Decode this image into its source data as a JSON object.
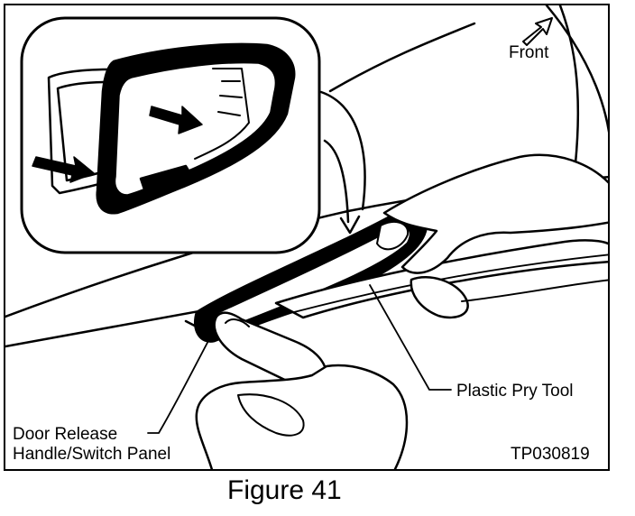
{
  "figure": {
    "caption": "Figure 41",
    "code": "TP030819"
  },
  "labels": {
    "front": "Front",
    "pry_tool": "Plastic Pry Tool",
    "door_release_line1": "Door Release",
    "door_release_line2": "Handle/Switch Panel"
  },
  "icons": [
    "front-arrow-icon",
    "push-arrow-icon"
  ]
}
